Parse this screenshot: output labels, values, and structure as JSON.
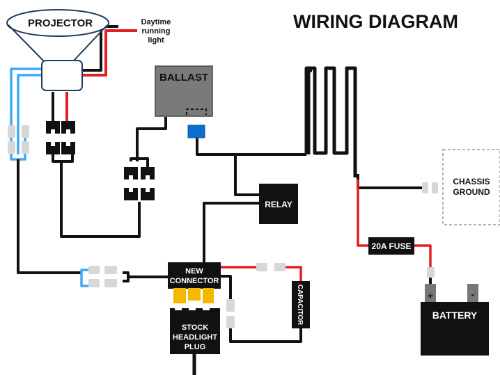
{
  "title": "WIRING DIAGRAM",
  "labels": {
    "projector": "PROJECTOR",
    "daytime_line1": "Daytime",
    "daytime_line2": "running",
    "daytime_line3": "light",
    "ballast": "BALLAST",
    "relay": "RELAY",
    "chassis_line1": "CHASSIS",
    "chassis_line2": "GROUND",
    "fuse": "20A FUSE",
    "battery": "BATTERY",
    "battery_plus": "+",
    "battery_minus": "-",
    "new_connector_line1": "NEW",
    "new_connector_line2": "CONNECTOR",
    "capacitor": "CAPACITOR",
    "stock_line1": "STOCK",
    "stock_line2": "HEADLIGHT",
    "stock_line3": "PLUG"
  },
  "colors": {
    "wire_black": "#111111",
    "wire_red": "#e31e24",
    "wire_blue": "#3fa9f5",
    "ballast_fill": "#7a7a7a",
    "ballast_port": "#0b6fd0",
    "connector_pin": "#f5b700",
    "plug_gray": "#d7d7d7"
  }
}
